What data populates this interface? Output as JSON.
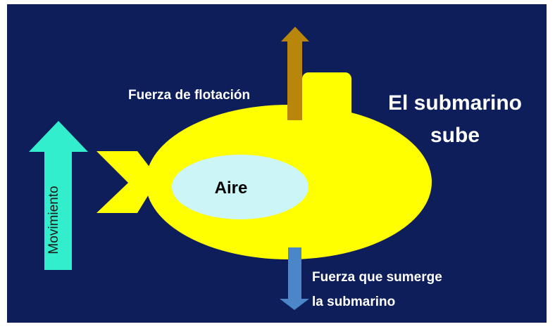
{
  "title": {
    "line1": "El submarino",
    "line2": "sube"
  },
  "labels": {
    "buoyancy": "Fuerza de flotación",
    "sinking_line1": "Fuerza que sumerge",
    "sinking_line2": "la submarino",
    "air": "Aire",
    "movement": "Movimiento"
  },
  "colors": {
    "background": "#0e1e5b",
    "submarine": "#ffff00",
    "air_tank": "#ccf5f8",
    "buoyancy_arrow": "#b8860b",
    "sinking_arrow": "#4a86c8",
    "movement_arrow": "#33eecc"
  }
}
